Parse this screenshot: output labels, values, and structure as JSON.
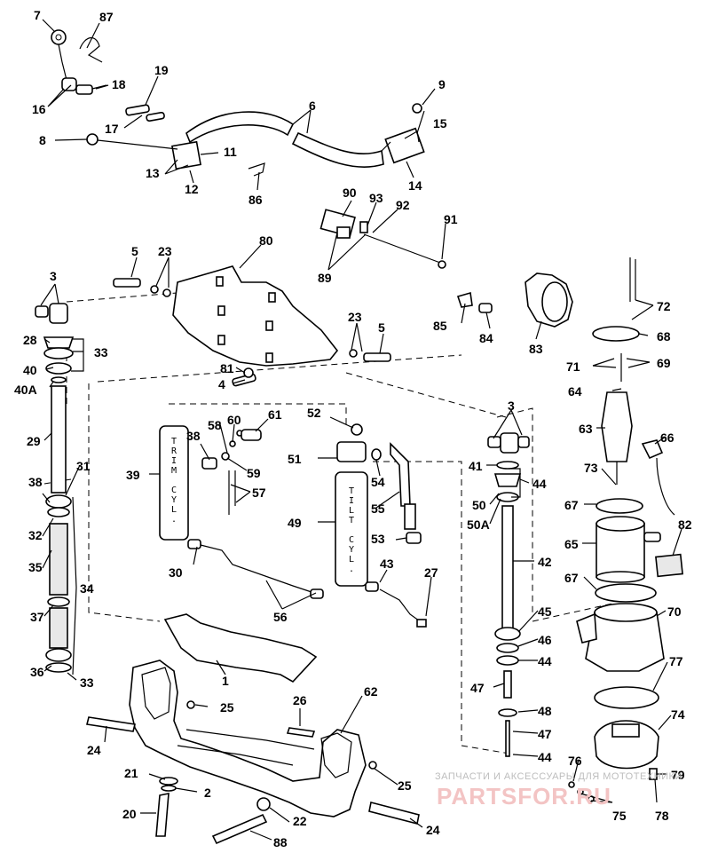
{
  "diagram": {
    "part_numbers": {
      "p7": "7",
      "p87": "87",
      "p16": "16",
      "p18": "18",
      "p19": "19",
      "p17": "17",
      "p9": "9",
      "p6": "6",
      "p15": "15",
      "p8": "8",
      "p11": "11",
      "p13": "13",
      "p12": "12",
      "p14": "14",
      "p86": "86",
      "p90": "90",
      "p93": "93",
      "p92": "92",
      "p91": "91",
      "p89": "89",
      "p80": "80",
      "p5a": "5",
      "p23a": "23",
      "p3a": "3",
      "p28": "28",
      "p33a": "33",
      "p40": "40",
      "p40A": "40A",
      "p81": "81",
      "p23b": "23",
      "p5b": "5",
      "p4": "4",
      "p85": "85",
      "p84": "84",
      "p83": "83",
      "p72": "72",
      "p68": "68",
      "p71": "71",
      "p69": "69",
      "p64": "64",
      "p29": "29",
      "p31": "31",
      "p38a": "38",
      "p32": "32",
      "p35": "35",
      "p34": "34",
      "p37": "37",
      "p36": "36",
      "p33b": "33",
      "p38b": "38",
      "p58": "58",
      "p60": "60",
      "p61": "61",
      "p59": "59",
      "p39": "39",
      "p57": "57",
      "p52": "52",
      "p51": "51",
      "p54": "54",
      "p49": "49",
      "p55": "55",
      "p53": "53",
      "p30": "30",
      "p56": "56",
      "p43": "43",
      "p27": "27",
      "p3b": "3",
      "p41": "41",
      "p44a": "44",
      "p50": "50",
      "p50A": "50A",
      "p42": "42",
      "p45": "45",
      "p46": "46",
      "p44b": "44",
      "p47a": "47",
      "p48": "48",
      "p47b": "47",
      "p44c": "44",
      "p63": "63",
      "p66": "66",
      "p73": "73",
      "p67a": "67",
      "p65": "65",
      "p82": "82",
      "p67b": "67",
      "p70": "70",
      "p77": "77",
      "p74": "74",
      "p76": "76",
      "p79": "79",
      "p75": "75",
      "p78": "78",
      "p1": "1",
      "p25a": "25",
      "p26": "26",
      "p62": "62",
      "p24a": "24",
      "p21": "21",
      "p2": "2",
      "p20": "20",
      "p25b": "25",
      "p22": "22",
      "p88": "88",
      "p24b": "24"
    },
    "cylinder_labels": {
      "trim": [
        "T",
        "R",
        "I",
        "M",
        "",
        "C",
        "Y",
        "L",
        "."
      ],
      "tilt": [
        "T",
        "I",
        "L",
        "T",
        "",
        "C",
        "Y",
        "L",
        "."
      ]
    },
    "watermark": {
      "line1": "ЗАПЧАСТИ И АКСЕССУАРЫ ДЛЯ МОТОТЕХНИКИ",
      "line2": "PARTSFOR.RU"
    }
  }
}
